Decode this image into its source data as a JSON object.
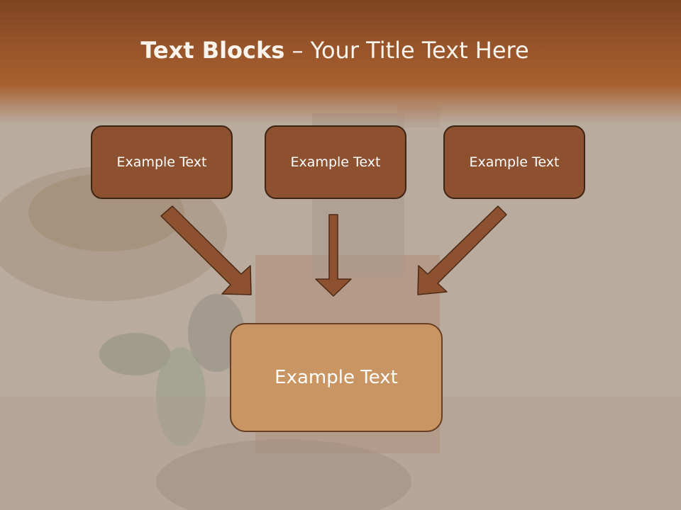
{
  "slide": {
    "title_bold": "Text Blocks",
    "title_dash": " – ",
    "title_rest": "Your Title Text Here"
  },
  "blocks": {
    "top": [
      {
        "label": "Example Text"
      },
      {
        "label": "Example Text"
      },
      {
        "label": "Example Text"
      }
    ],
    "bottom": {
      "label": "Example Text"
    }
  },
  "colors": {
    "header": "#8f4e27",
    "title_text": "#fbf4ec",
    "small_box_fill": "#8d5130",
    "small_box_border": "#3e2412",
    "big_box_fill": "#c99562",
    "arrow_fill": "#8d5130",
    "arrow_outline": "#4a2a15",
    "background": "#b8aa9d"
  },
  "icons": {
    "arrows": [
      "arrow-down-right-icon",
      "arrow-down-icon",
      "arrow-down-left-icon"
    ]
  }
}
